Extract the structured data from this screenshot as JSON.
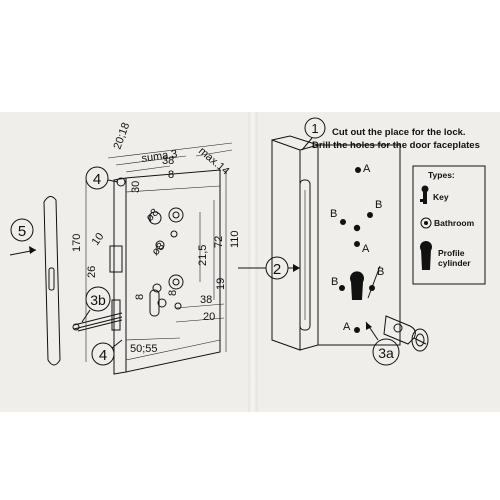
{
  "instructions": {
    "step1_number": "1",
    "step1_line1": "Cut out the place for the lock.",
    "step1_line2": "Drill the holes for the door faceplates"
  },
  "callouts": {
    "c1": "1",
    "c2": "2",
    "c3a": "3a",
    "c3b": "3b",
    "c4a": "4",
    "c4b": "4",
    "c5": "5"
  },
  "dimensions": {
    "d20_18": "20;18",
    "suma3": "suma 3",
    "max14": "max.14",
    "d38top": "38",
    "d8top": "8",
    "d30": "30",
    "d170": "170",
    "d10": "10",
    "d26": "26",
    "dia8a": "ø8",
    "dia8b": "ø8",
    "d21_5": "21,5",
    "d72": "72",
    "d110": "110",
    "d19": "19",
    "d8left": "8",
    "d8mid": "8",
    "d38bot": "38",
    "d20bot": "20",
    "d50_55": "50;55"
  },
  "hole_labels": {
    "A1": "A",
    "B1": "B",
    "B2": "B",
    "A2": "A",
    "B3": "B",
    "B4": "B",
    "A3": "A"
  },
  "types_legend": {
    "title": "Types:",
    "key": "Key",
    "bathroom": "Bathroom",
    "profile_line1": "Profile",
    "profile_line2": "cylinder"
  }
}
